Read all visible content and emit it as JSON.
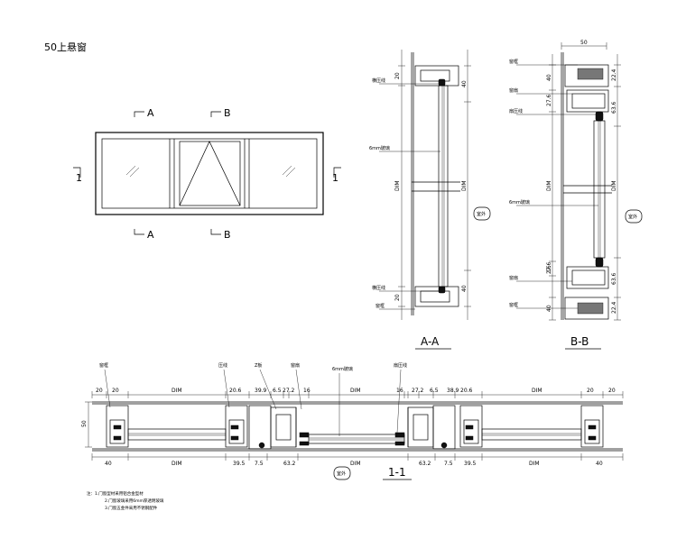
{
  "title": "50上悬窗",
  "section_marks": {
    "a_top": "A",
    "a_bottom": "A",
    "b_top": "B",
    "b_bottom": "B",
    "one_left": "1",
    "one_right": "1"
  },
  "section_aa": {
    "title": "A-A",
    "dim_top": "20",
    "dim_top_side": "40",
    "dim_middle": "DIM",
    "dim_middle_side": "DIM",
    "dim_bottom": "20",
    "dim_bottom_side": "40",
    "label_strip_top": "横压线",
    "label_glass": "6mm玻璃",
    "label_strip_bottom": "横压线",
    "label_frame_bottom": "窗框",
    "stamp": "室外"
  },
  "section_bb": {
    "title": "B-B",
    "width": "50",
    "dims_left": [
      "40",
      "27.6",
      "DIM",
      "27.6",
      "16",
      "40"
    ],
    "dims_right": [
      "22.4",
      "63.6",
      "DIM",
      "63.6",
      "22.4"
    ],
    "labels": [
      "窗框",
      "窗扇",
      "扇压线",
      "6mm玻璃",
      "窗扇",
      "窗框"
    ],
    "stamp": "室外"
  },
  "section_11": {
    "title": "1-1",
    "height_dim": "50",
    "callouts": [
      "窗框",
      "压线",
      "Z板",
      "窗扇",
      "6mm玻璃",
      "扇压线"
    ],
    "top_dims": [
      "20",
      "20",
      "DIM",
      "20.6",
      "39.9",
      "6.5",
      "27.2",
      "16",
      "DIM",
      "16",
      "27.2",
      "6.5",
      "38.9",
      "20.6",
      "DIM",
      "20",
      "20"
    ],
    "bottom_dims": [
      "40",
      "DIM",
      "39.5",
      "7.5",
      "63.2",
      "DIM",
      "63.2",
      "7.5",
      "39.5",
      "DIM",
      "40"
    ],
    "stamp": "室外"
  },
  "notes": [
    "注：1.门窗型材采用铝合金型材",
    "2.门窗玻璃采用6mm厚透明玻璃",
    "3.门窗五金件采用不锈钢配件"
  ]
}
